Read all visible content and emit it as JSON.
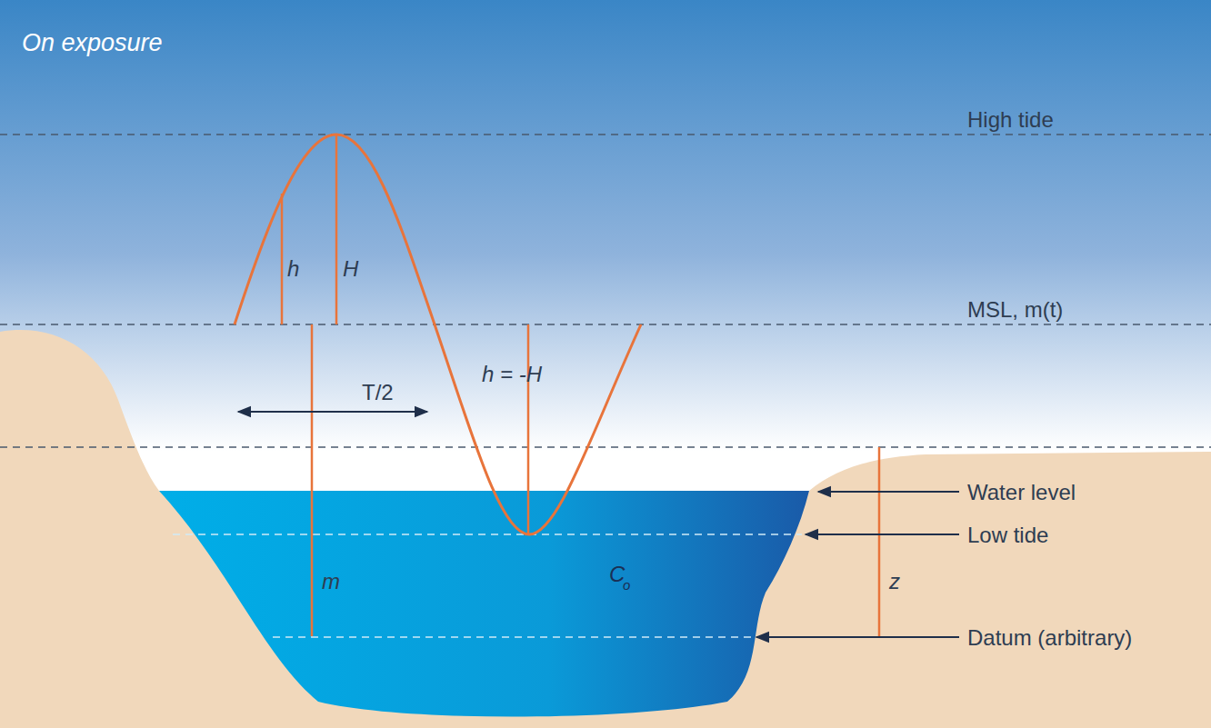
{
  "diagram": {
    "title": "On exposure",
    "labels": [
      "High tide",
      "h",
      "H",
      "MSL, m(t)",
      "T/2",
      "h = -H",
      "Water level",
      "Low tide",
      "m",
      "C",
      "o",
      "z",
      "Datum (arbitrary)"
    ]
  }
}
